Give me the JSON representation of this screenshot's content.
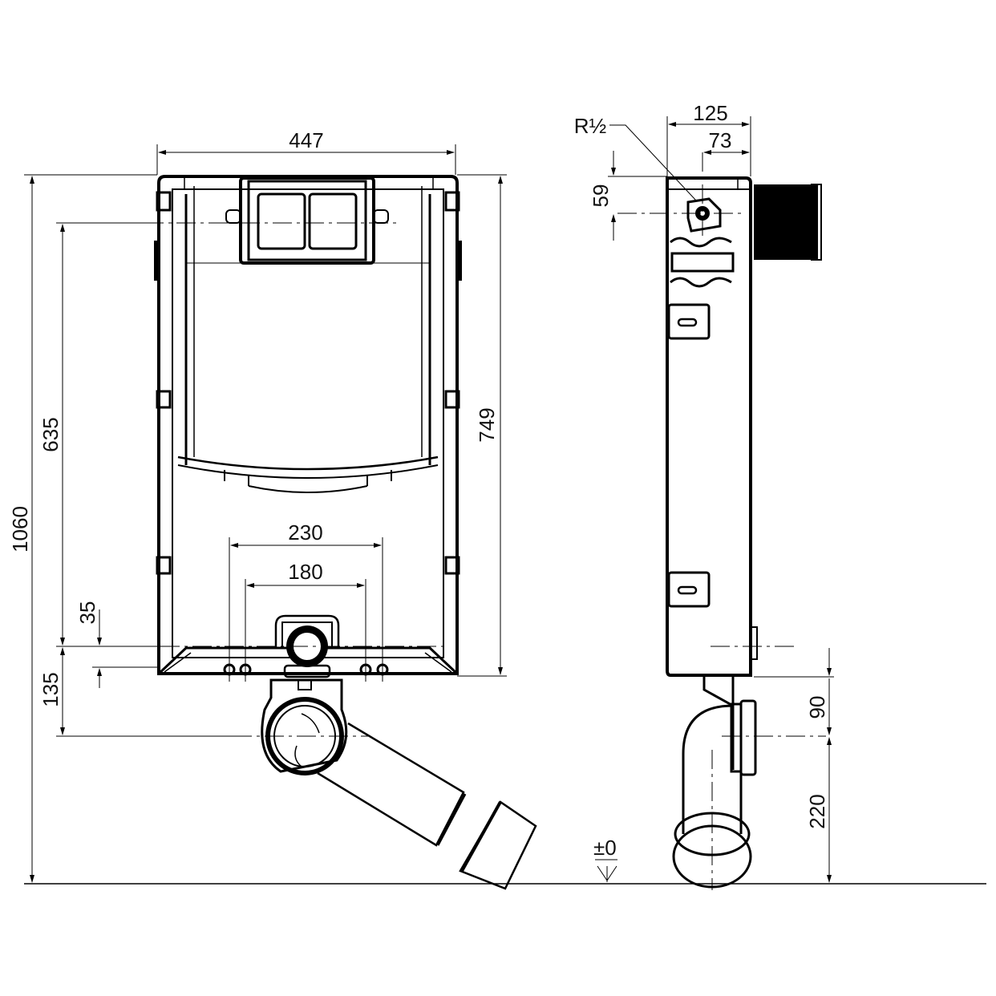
{
  "drawing": {
    "front_view": {
      "dimensions": {
        "total_width": "447",
        "frame_height": "749",
        "total_height": "1060",
        "flush_plate_center": "635",
        "drain_offset": "35",
        "floor_fix_height": "135",
        "bolt_spacing_outer": "230",
        "bolt_spacing_inner": "180"
      }
    },
    "side_view": {
      "dimensions": {
        "depth": "125",
        "inlet_offset": "73",
        "inlet_height": "59",
        "inlet_thread": "R½",
        "outlet_to_frame": "90",
        "outlet_height": "220",
        "floor_level": "±0"
      }
    },
    "colors": {
      "line": "#000000",
      "background": "#ffffff"
    }
  }
}
